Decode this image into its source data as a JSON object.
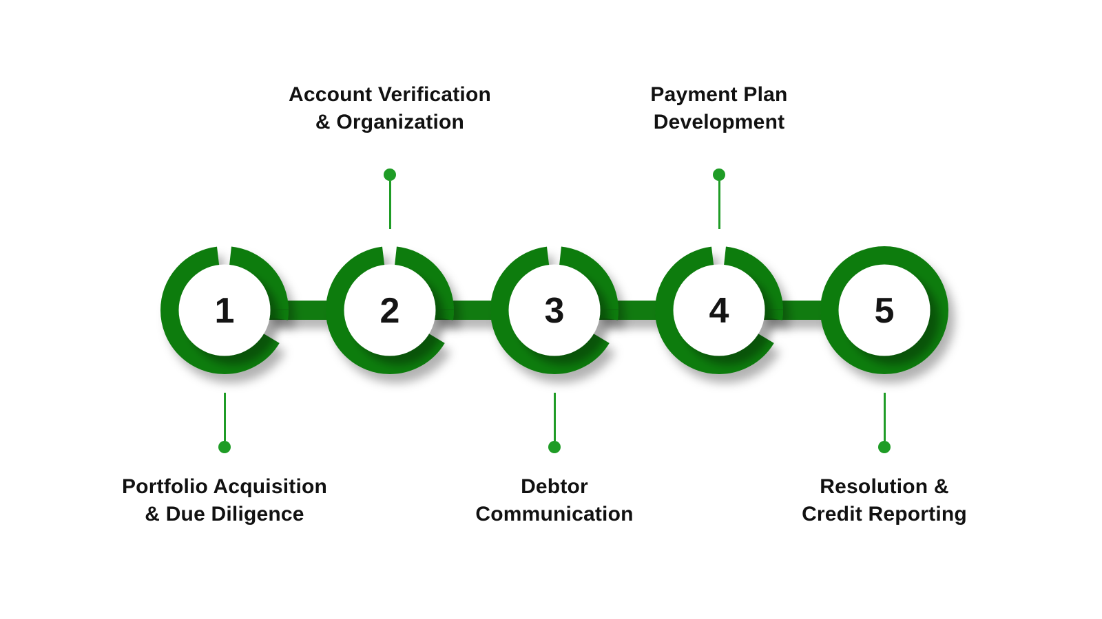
{
  "colors": {
    "ring_green": "#117b10",
    "accent_green": "#1f9c26",
    "text": "#111111",
    "number": "#141414",
    "background": "#ffffff"
  },
  "steps": [
    {
      "number": "1",
      "label_lines": [
        "Portfolio Acquisition",
        "& Due Diligence"
      ],
      "label_position": "below"
    },
    {
      "number": "2",
      "label_lines": [
        "Account Verification",
        "& Organization"
      ],
      "label_position": "above"
    },
    {
      "number": "3",
      "label_lines": [
        "Debtor",
        "Communication"
      ],
      "label_position": "below"
    },
    {
      "number": "4",
      "label_lines": [
        "Payment Plan",
        "Development"
      ],
      "label_position": "above"
    },
    {
      "number": "5",
      "label_lines": [
        "Resolution &",
        "Credit Reporting"
      ],
      "label_position": "below"
    }
  ]
}
